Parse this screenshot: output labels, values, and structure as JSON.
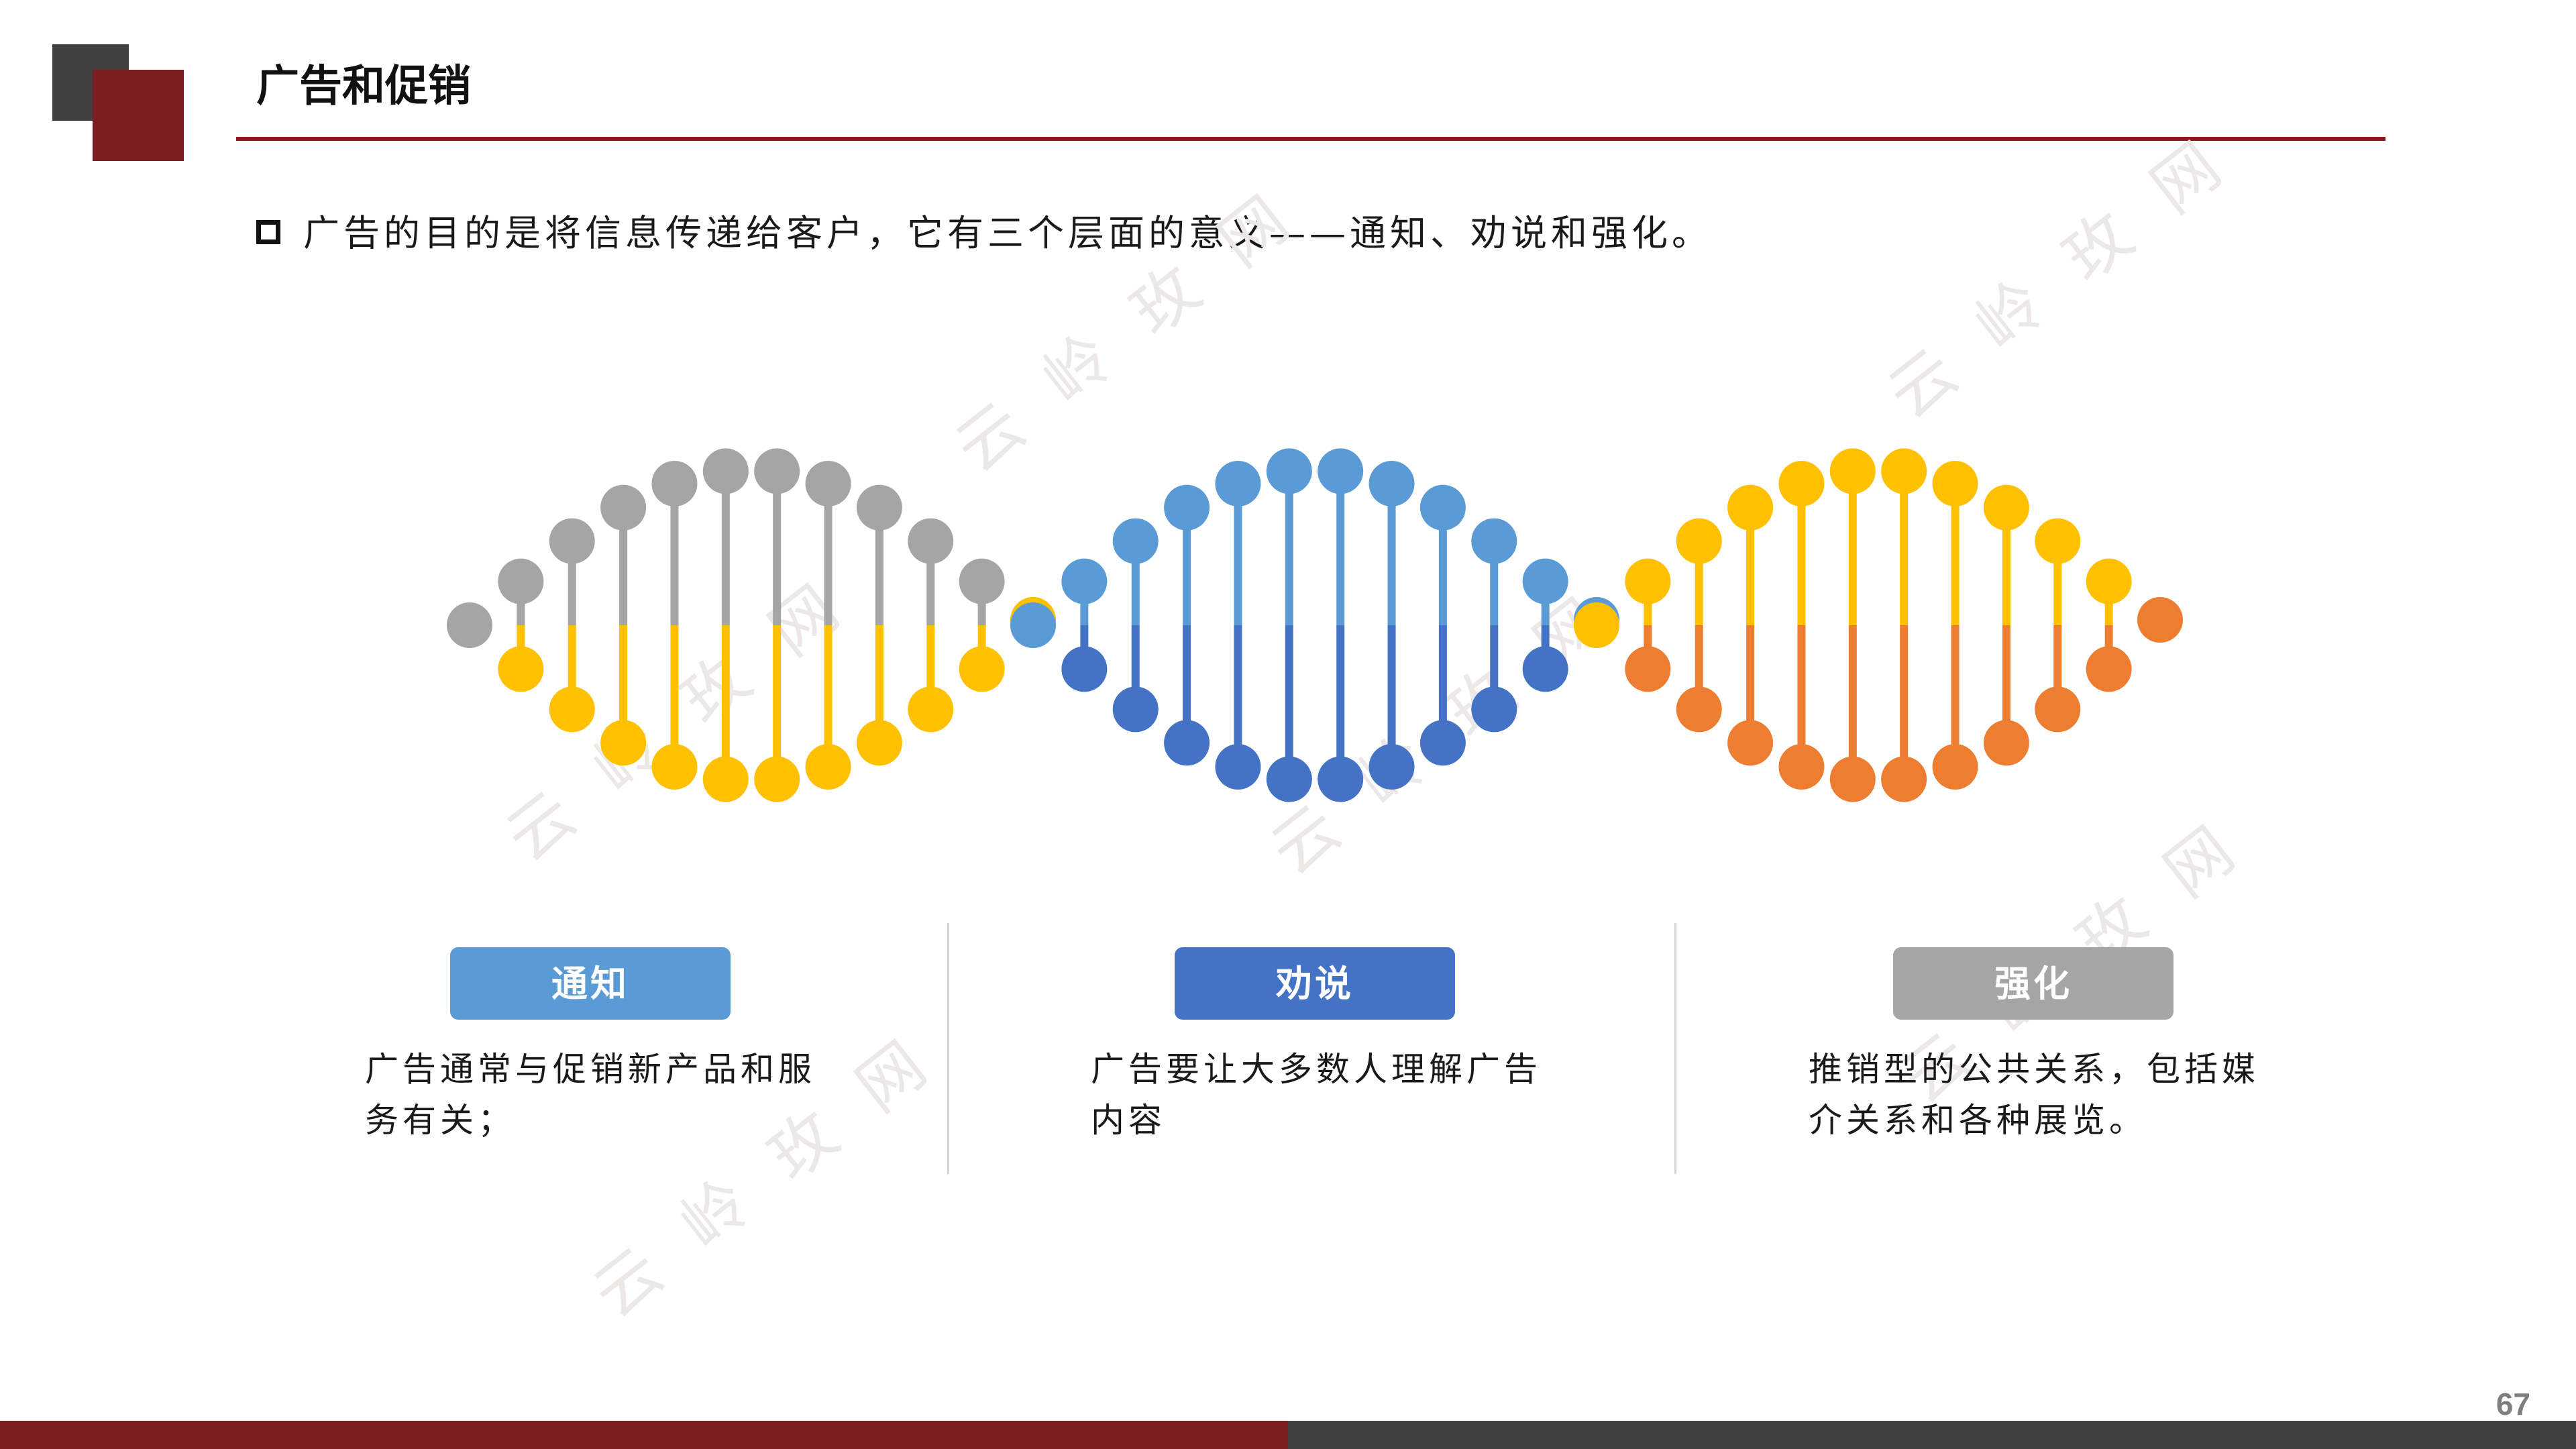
{
  "slide": {
    "title": "广告和促销",
    "intro": "广告的目的是将信息传递给客户，它有三个层面的意义——通知、劝说和强化。",
    "page_number": "67",
    "watermark": "云岭玫网"
  },
  "helices": [
    {
      "top_color": "#a5a5a5",
      "bottom_color": "#ffc000",
      "end_right_color": "#ffc000"
    },
    {
      "top_color": "#5b9bd5",
      "bottom_color": "#4472c4",
      "end_right_color": "#5b9bd5"
    },
    {
      "top_color": "#ffc000",
      "bottom_color": "#ed7d31",
      "end_right_color": "#ed7d31"
    }
  ],
  "cards": [
    {
      "label": "通知",
      "color": "#5b9bd5",
      "desc": "广告通常与促销新产品和服务有关；"
    },
    {
      "label": "劝说",
      "color": "#4472c4",
      "desc": "广告要让大多数人理解广告内容"
    },
    {
      "label": "强化",
      "color": "#a5a5a5",
      "desc": "推销型的公共关系，包括媒介关系和各种展览。"
    }
  ]
}
